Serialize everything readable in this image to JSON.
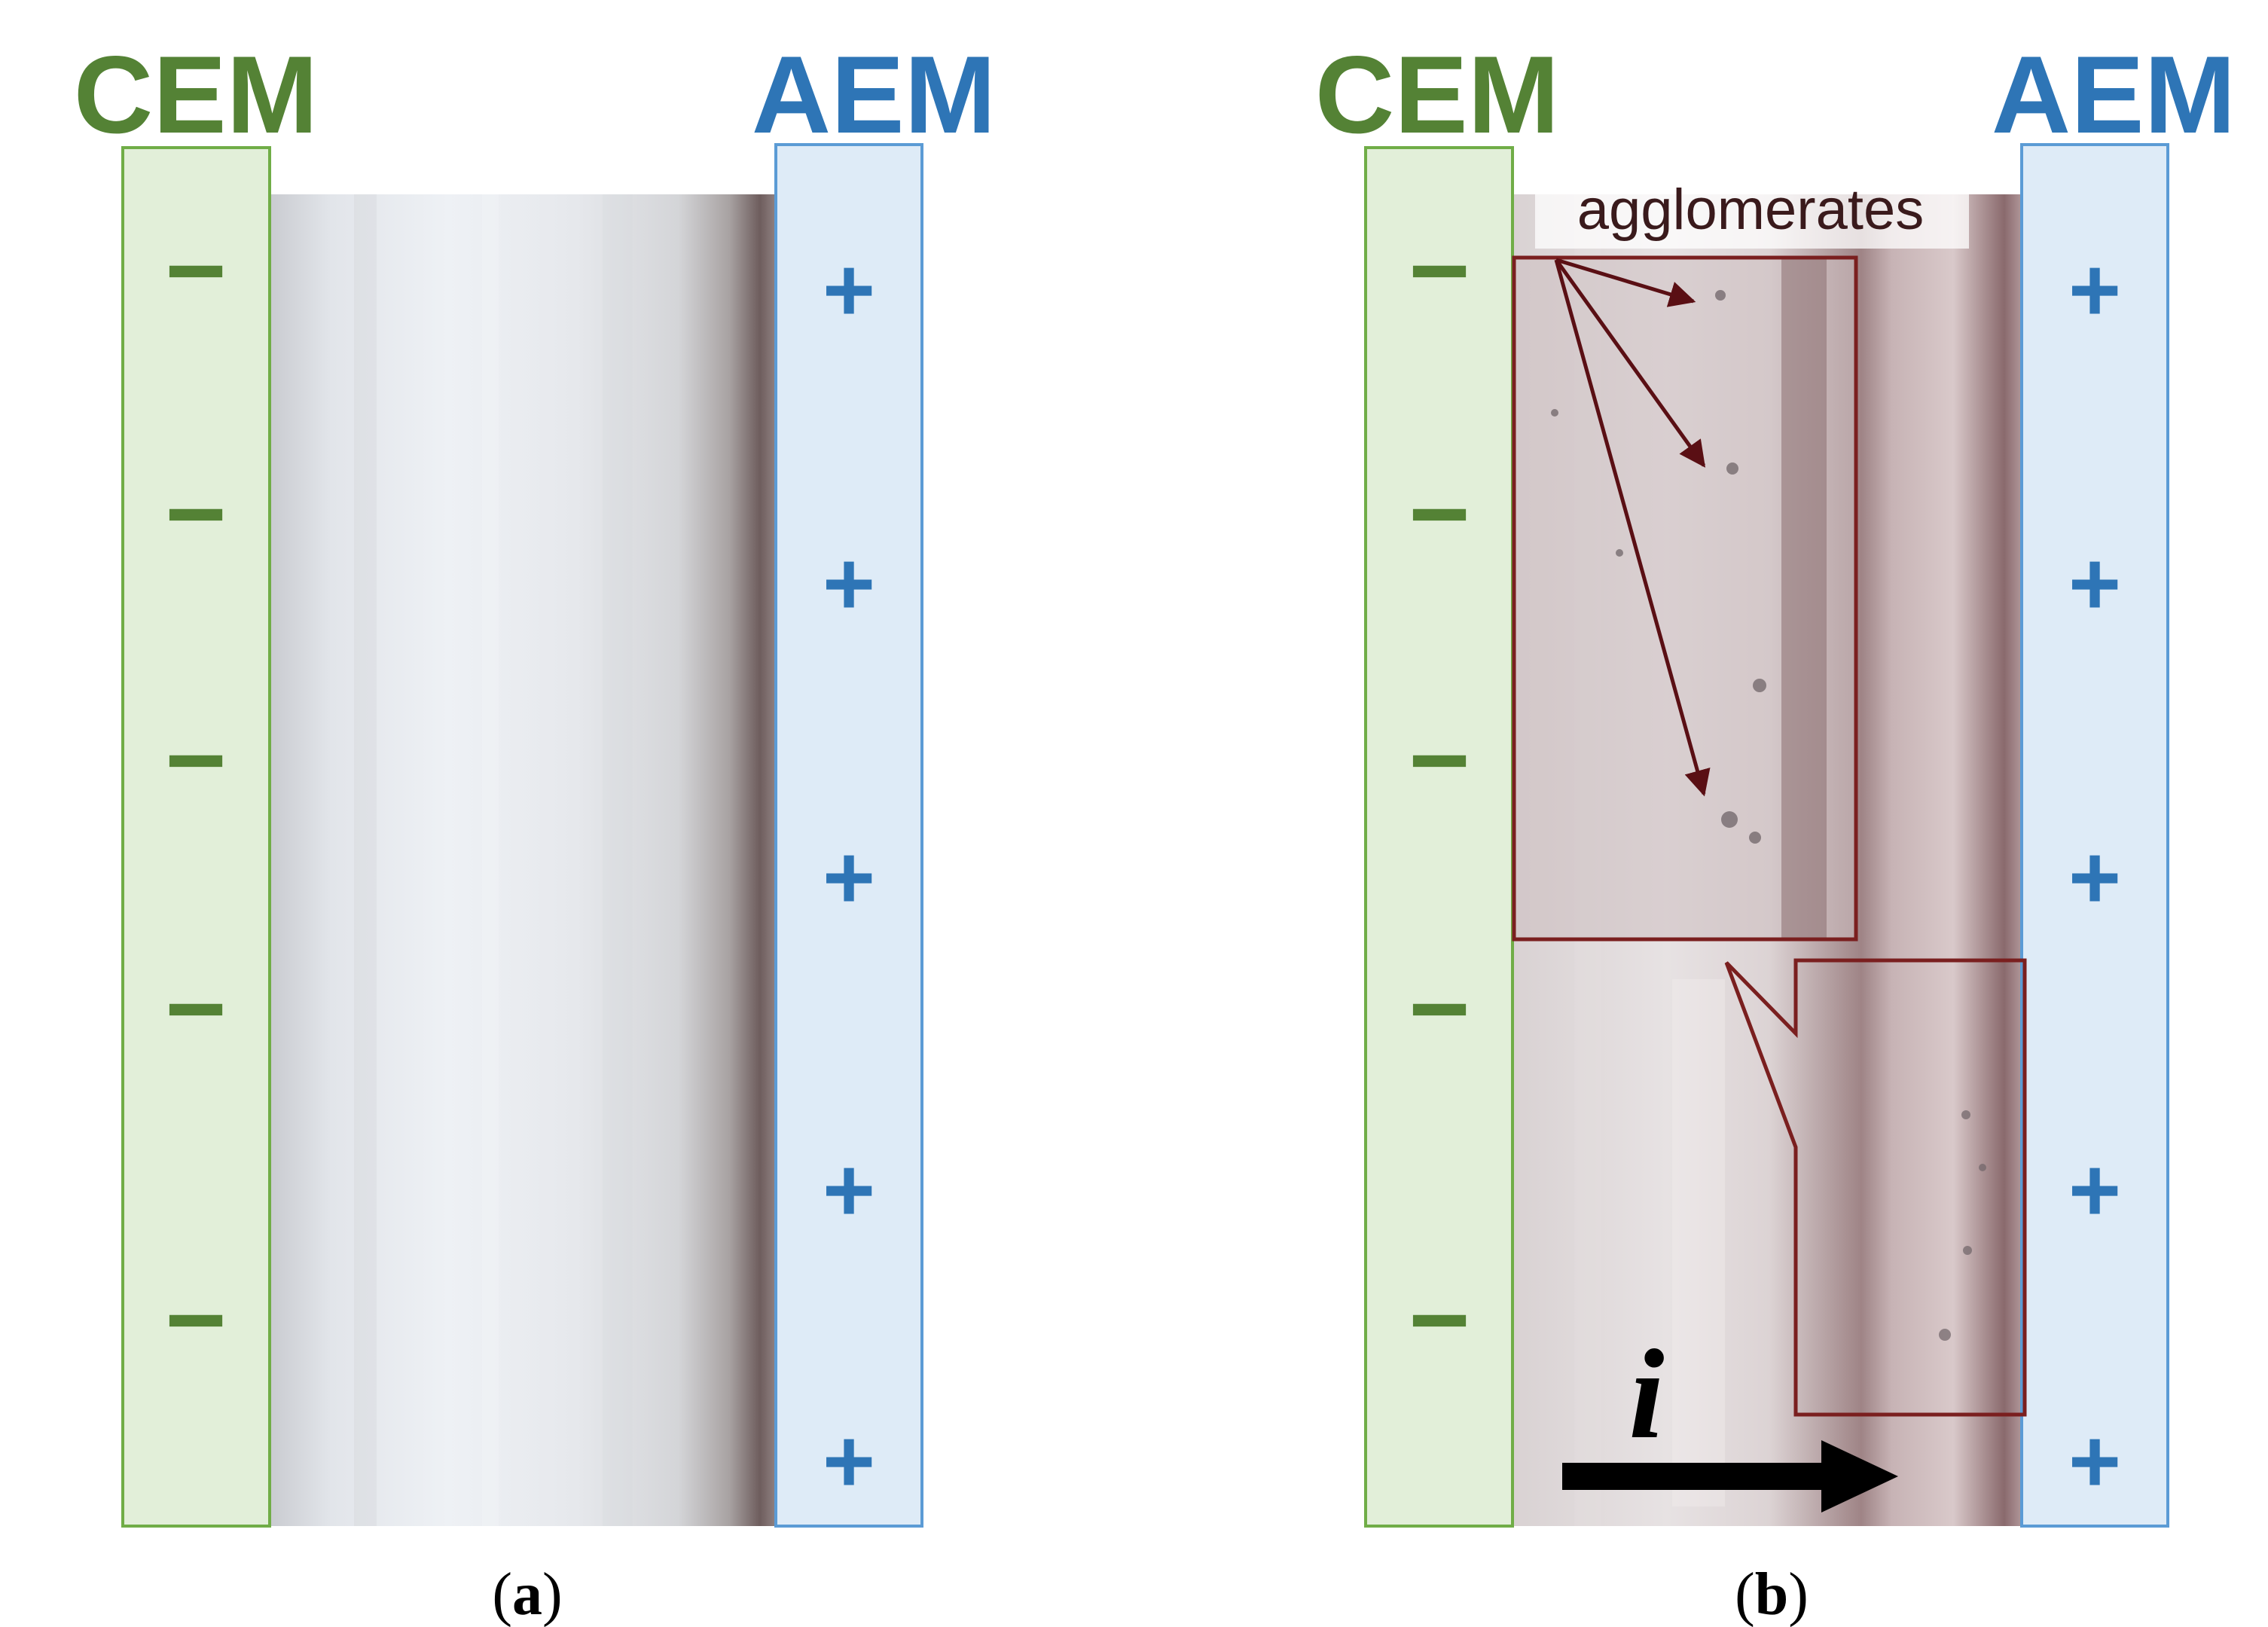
{
  "colors": {
    "cem_text": "#548235",
    "cem_fill": "#e2efd9",
    "aem_text": "#2e75b6",
    "aem_fill": "#deebf7",
    "agglomerate_marker": "#7a1f1f",
    "current_arrow": "#000000"
  },
  "panel_a": {
    "cem_label": "CEM",
    "aem_label": "AEM",
    "cem_signs": [
      "−",
      "−",
      "−",
      "−",
      "−"
    ],
    "aem_signs": [
      "+",
      "+",
      "+",
      "+",
      "+"
    ],
    "caption_open": "(",
    "caption_letter": "a",
    "caption_close": ")"
  },
  "panel_b": {
    "cem_label": "CEM",
    "aem_label": "AEM",
    "cem_signs": [
      "−",
      "−",
      "−",
      "−",
      "−"
    ],
    "aem_signs": [
      "+",
      "+",
      "+",
      "+",
      "+"
    ],
    "annotation": "agglomerates",
    "current_symbol": "i",
    "caption_open": "(",
    "caption_letter": "b",
    "caption_close": ")"
  }
}
